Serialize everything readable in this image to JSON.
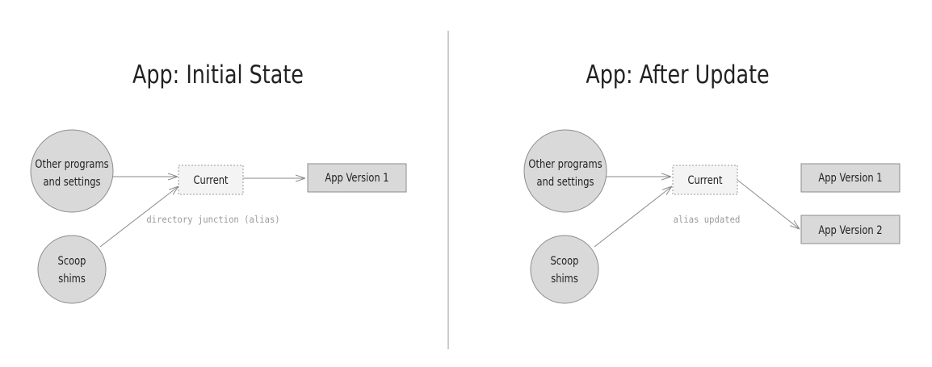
{
  "panels": [
    {
      "title": "App: Initial State",
      "nodes": {
        "other_programs": [
          "Other programs",
          "and settings"
        ],
        "scoop_shims": [
          "Scoop",
          "shims"
        ],
        "current": "Current",
        "app_v1": "App Version 1"
      },
      "caption": "directory junction (alias)"
    },
    {
      "title": "App: After Update",
      "nodes": {
        "other_programs": [
          "Other programs",
          "and settings"
        ],
        "scoop_shims": [
          "Scoop",
          "shims"
        ],
        "current": "Current",
        "app_v1": "App Version 1",
        "app_v2": "App Version 2"
      },
      "caption": "alias updated"
    }
  ],
  "colors": {
    "node_fill": "#d9d9d9",
    "node_stroke": "#8c8c8c",
    "junction_fill": "#f4f4f4",
    "edge": "#8a8a8a",
    "caption": "#9a9a9a"
  }
}
